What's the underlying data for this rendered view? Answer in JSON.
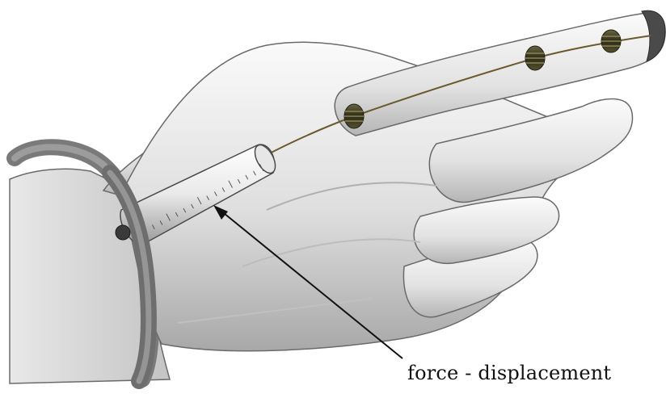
{
  "figure": {
    "annotation_label": "force - displacement",
    "colors": {
      "skin_light": "#f2f2f2",
      "skin_mid": "#c9c9c9",
      "skin_dark": "#8c8c8c",
      "outline": "#5a5a5a",
      "bracelet": "#7a7a7a",
      "cable": "#6b5a2e",
      "ring": "#3a3620",
      "arrow": "#111111"
    },
    "components": [
      "hand-model",
      "wrist-bracelet",
      "force-displacement-sensor",
      "tendon-cable",
      "cable-guide-rings",
      "fingertip-cap"
    ]
  }
}
